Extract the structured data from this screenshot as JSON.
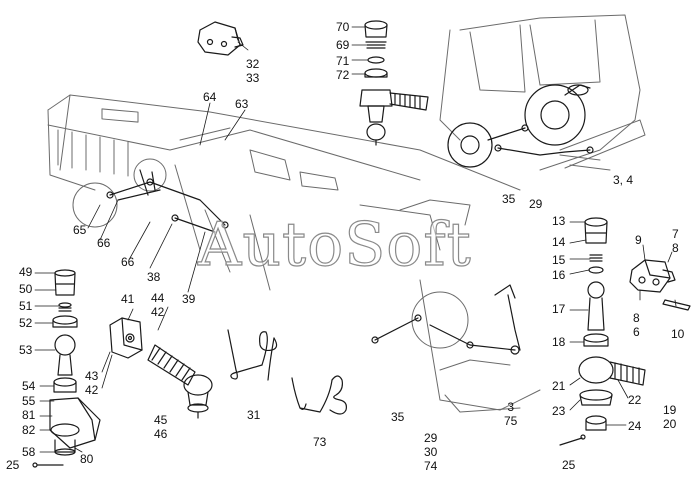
{
  "watermark": "AutoSoft",
  "callouts": {
    "c32": "32",
    "c33": "33",
    "c70": "70",
    "c69": "69",
    "c71": "71",
    "c72": "72",
    "c64": "64",
    "c63": "63",
    "c3_4": "3, 4",
    "c35a": "35",
    "c29a": "29",
    "c13": "13",
    "c14": "14",
    "c15": "15",
    "c16": "16",
    "c17": "17",
    "c18": "18",
    "c21": "21",
    "c22": "22",
    "c23": "23",
    "c24": "24",
    "c25r": "25",
    "c9": "9",
    "c7": "7",
    "c8a": "8",
    "c8b": "8",
    "c6": "6",
    "c10": "10",
    "c19": "19",
    "c20": "20",
    "c65": "65",
    "c66a": "66",
    "c66b": "66",
    "c38": "38",
    "c39": "39",
    "c49": "49",
    "c50": "50",
    "c51": "51",
    "c52": "52",
    "c53": "53",
    "c54": "54",
    "c55": "55",
    "c81": "81",
    "c82": "82",
    "c58": "58",
    "c25l": "25",
    "c80": "80",
    "c41": "41",
    "c44": "44",
    "c42a": "42",
    "c43": "43",
    "c42b": "42",
    "c45": "45",
    "c46": "46",
    "c31": "31",
    "c73": "73",
    "c35b": "35",
    "c3": "3",
    "c75": "75",
    "c29b": "29",
    "c30": "30",
    "c74": "74"
  },
  "colors": {
    "ink": "#1a1a1a",
    "light_ink": "#6b6b6b",
    "background": "#ffffff"
  }
}
